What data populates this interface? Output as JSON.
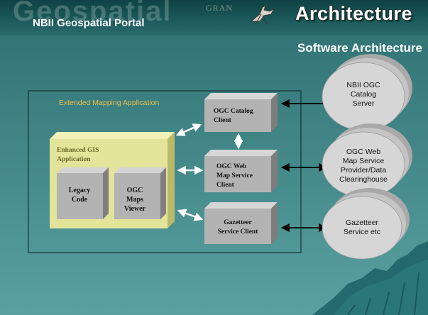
{
  "header": {
    "watermark": "Geospatial",
    "watermark_word": "GRAN",
    "portal_title": "NBII Geospatial Portal",
    "section_title": "Architecture"
  },
  "slide": {
    "subtitle": "Software Architecture"
  },
  "diagram": {
    "container_label": "Extended Mapping Application",
    "gis_app": {
      "line1": "Enhanced GIS",
      "line2": "Application"
    },
    "legacy": {
      "line1": "Legacy",
      "line2": "Code"
    },
    "viewer": {
      "line1": "OGC",
      "line2": "Maps",
      "line3": "Viewer"
    },
    "catalog_client": {
      "line1": "OGC Catalog",
      "line2": "Client"
    },
    "wms_client": {
      "line1": "OGC Web",
      "line2": "Map Service",
      "line3": "Client"
    },
    "gazetteer_client": {
      "line1": "Gazetteer",
      "line2": "Service Client"
    },
    "catalog_server": {
      "line1": "NBII OGC",
      "line2": "Catalog",
      "line3": "Server"
    },
    "wms_provider": {
      "line1": "OGC Web",
      "line2": "Map Service",
      "line3": "Provider/Data",
      "line4": "Clearinghouse"
    },
    "gazetteer_service": {
      "line1": "Gazetteer",
      "line2": "Service etc"
    }
  },
  "colors": {
    "background": "#3f8384",
    "header": "#1d5b5c",
    "gis_box": "#e3e39a",
    "client_box": "#b3b3b3",
    "server": "#d0d0d0",
    "container_label": "#e8c04a"
  }
}
